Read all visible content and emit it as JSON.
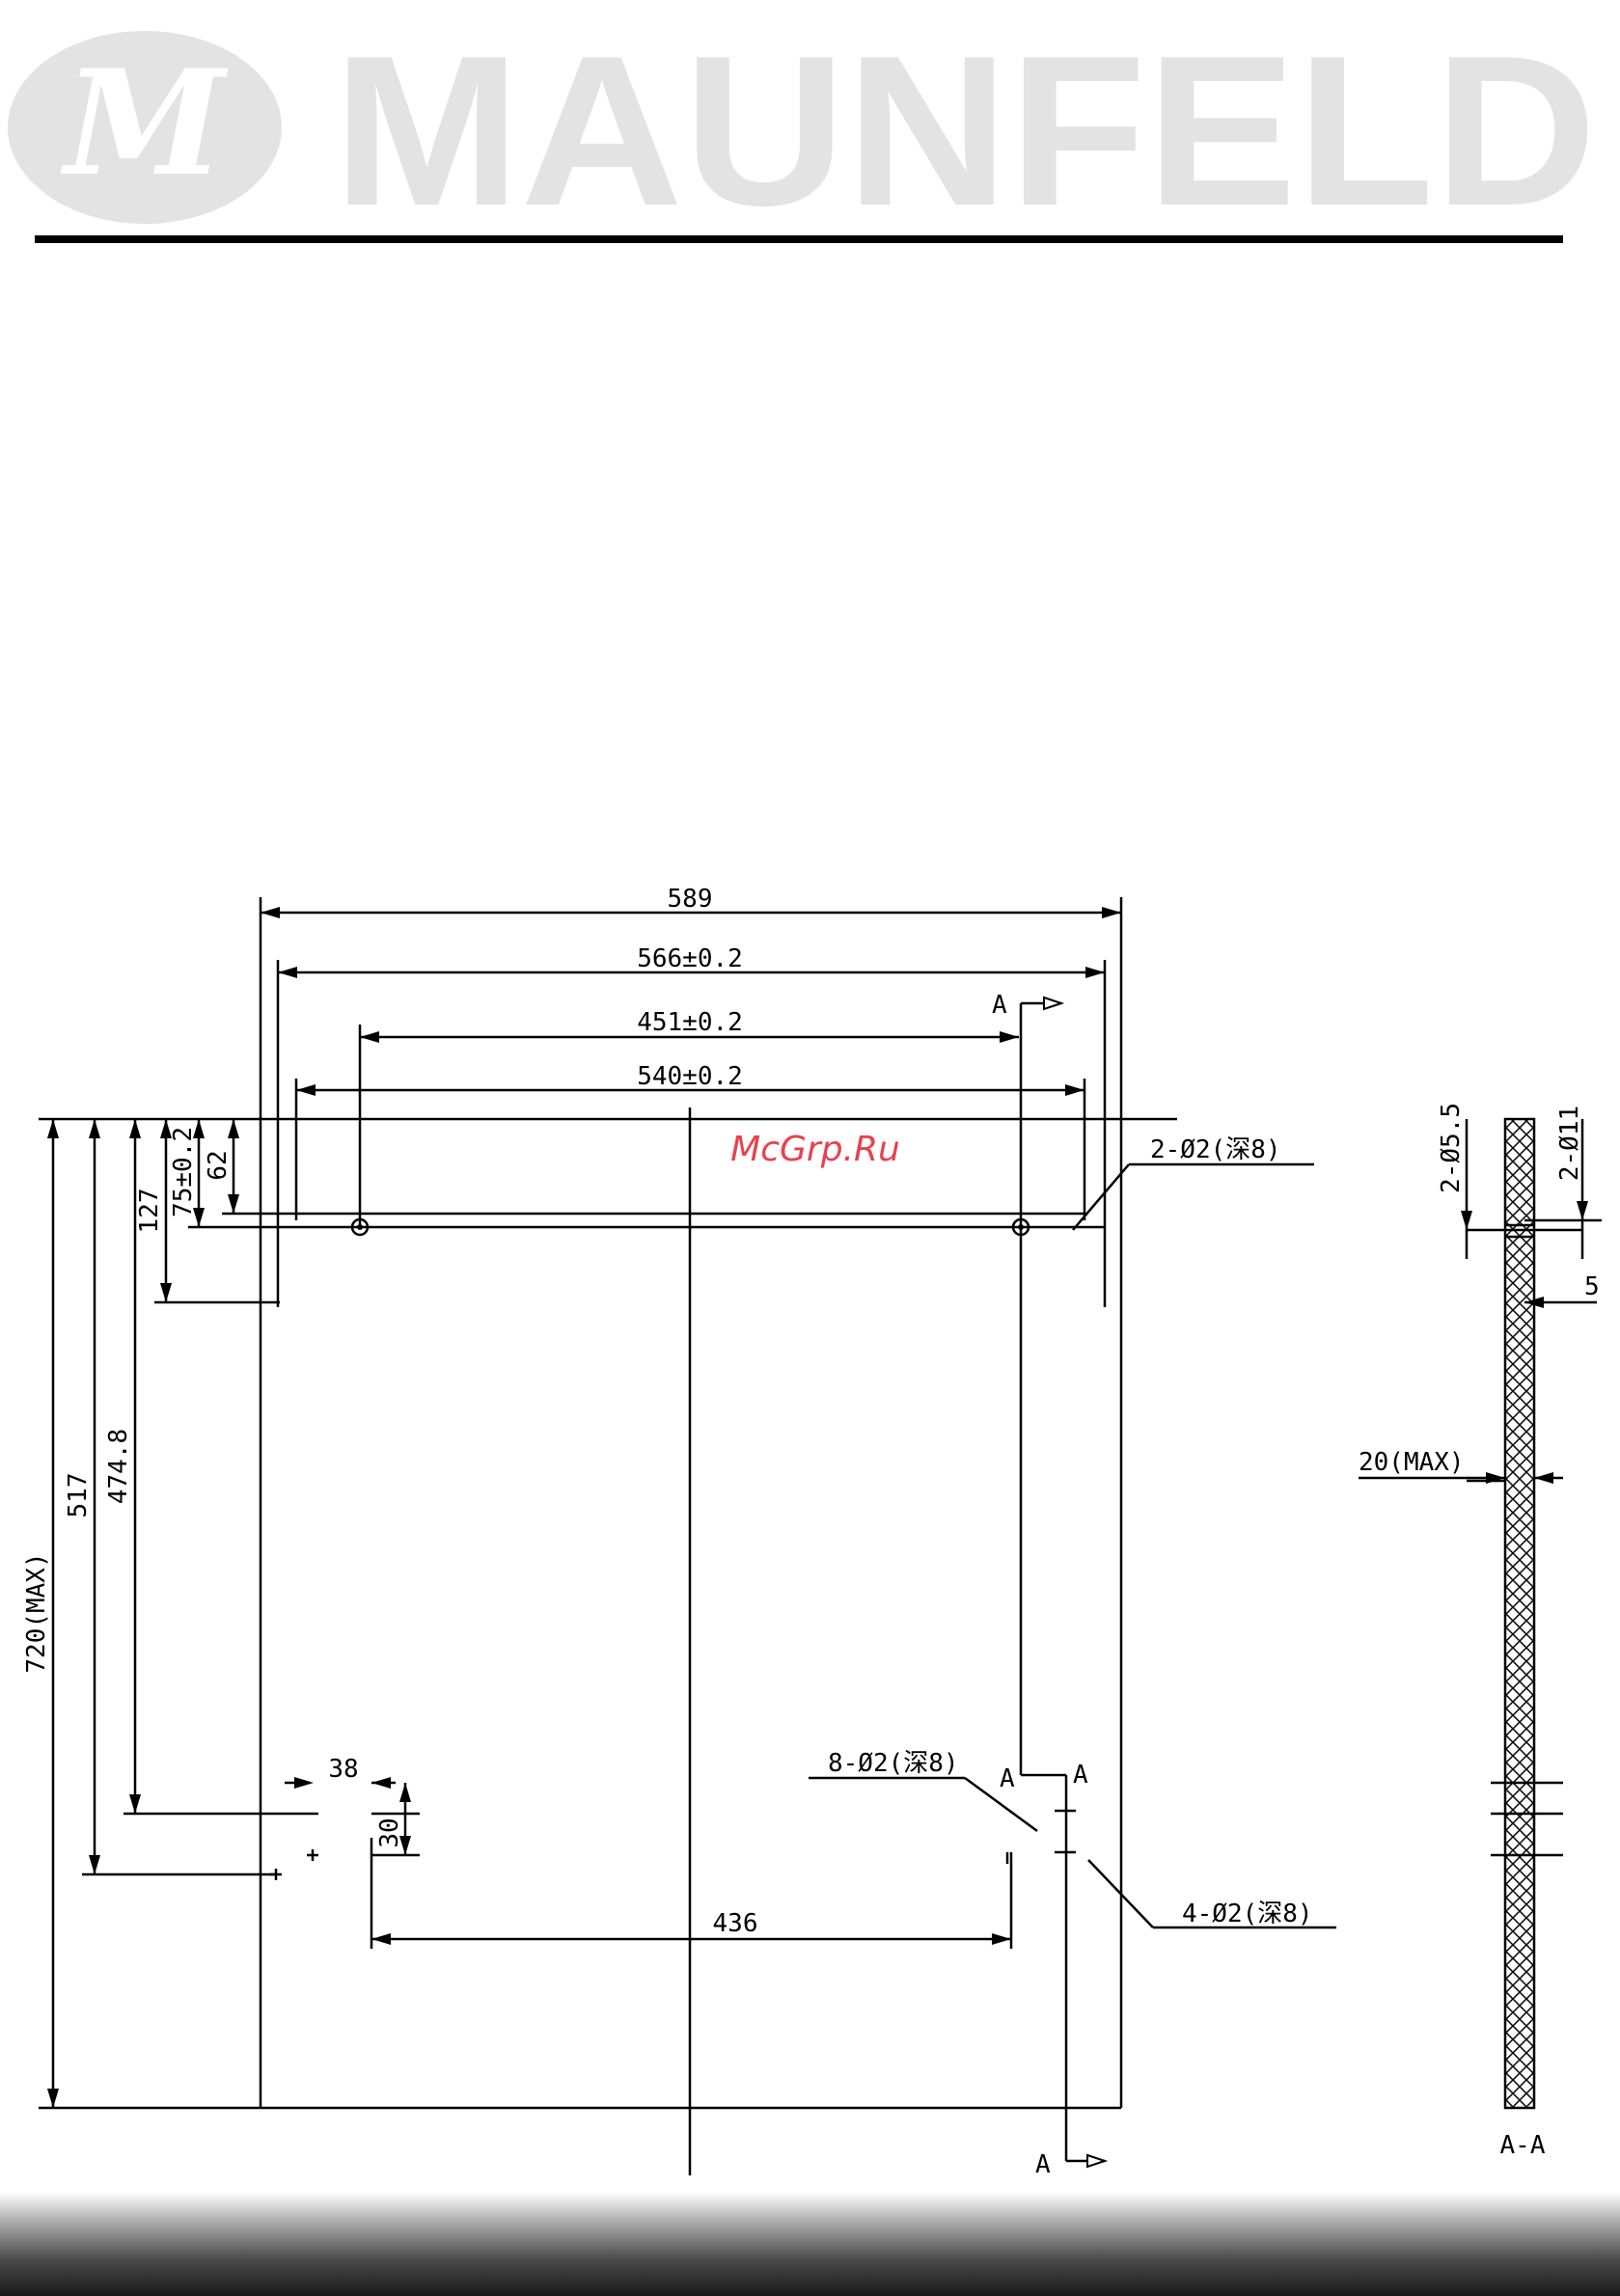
{
  "brand": {
    "name": "MAUNFELD",
    "logo_mark": "M"
  },
  "watermark": "McGrp.Ru",
  "drawing": {
    "dimensions": {
      "overall_width": "589",
      "width_566": "566±0.2",
      "width_451": "451±0.2",
      "width_540": "540±0.2",
      "height_max": "720(MAX)",
      "height_517": "517",
      "height_474": "474.8",
      "height_127": "127",
      "height_75": "75±0.2",
      "height_62": "62",
      "dim_38": "38",
      "dim_30": "30",
      "dim_436": "436",
      "section_thickness": "20(MAX)",
      "section_5": "5"
    },
    "callouts": {
      "holes_top": "2-Ø2(深8)",
      "holes_8": "8-Ø2(深8)",
      "holes_4": "4-Ø2(深8)",
      "section_d55": "2-Ø5.5",
      "section_d11": "2-Ø11"
    },
    "section_markers": {
      "a_top": "A",
      "a_bottom": "A",
      "a_mid_left": "A",
      "a_mid_right": "A",
      "section_label": "A-A"
    }
  },
  "colors": {
    "line": "#000000",
    "watermark": "#e8414e",
    "logo": "#e3e3e3"
  }
}
